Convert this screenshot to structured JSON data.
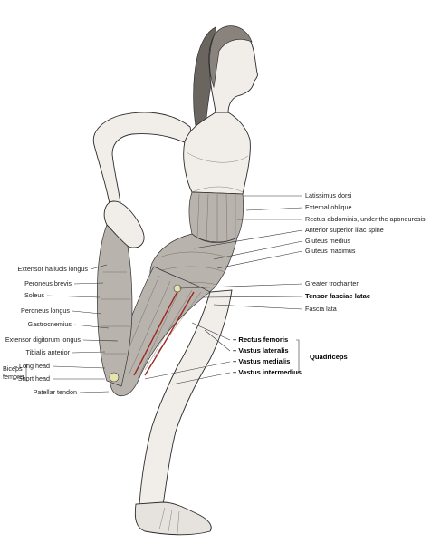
{
  "labels_right": [
    "Latissimus dorsi",
    "External oblique",
    "Rectus abdominis, under the aponeurosis",
    "Anterior superior iliac spine",
    "Gluteus medius",
    "Gluteus maximus",
    "Greater trochanter",
    "Tensor fasciae latae",
    "Fascia lata"
  ],
  "labels_left": [
    "Extensor hallucis longus",
    "Peroneus brevis",
    "Soleus",
    "Peroneus longus",
    "Gastrocnemius",
    "Extensor digitorum longus",
    "Tibialis anterior",
    "Long head",
    "Short head",
    "Patellar tendon"
  ],
  "biceps_femoris": [
    "Biceps",
    "femoris"
  ],
  "quadriceps": {
    "heads": [
      "Rectus femoris",
      "Vastus lateralis",
      "Vastus medialis",
      "Vastus intermedius"
    ],
    "group_label": "Quadriceps"
  }
}
